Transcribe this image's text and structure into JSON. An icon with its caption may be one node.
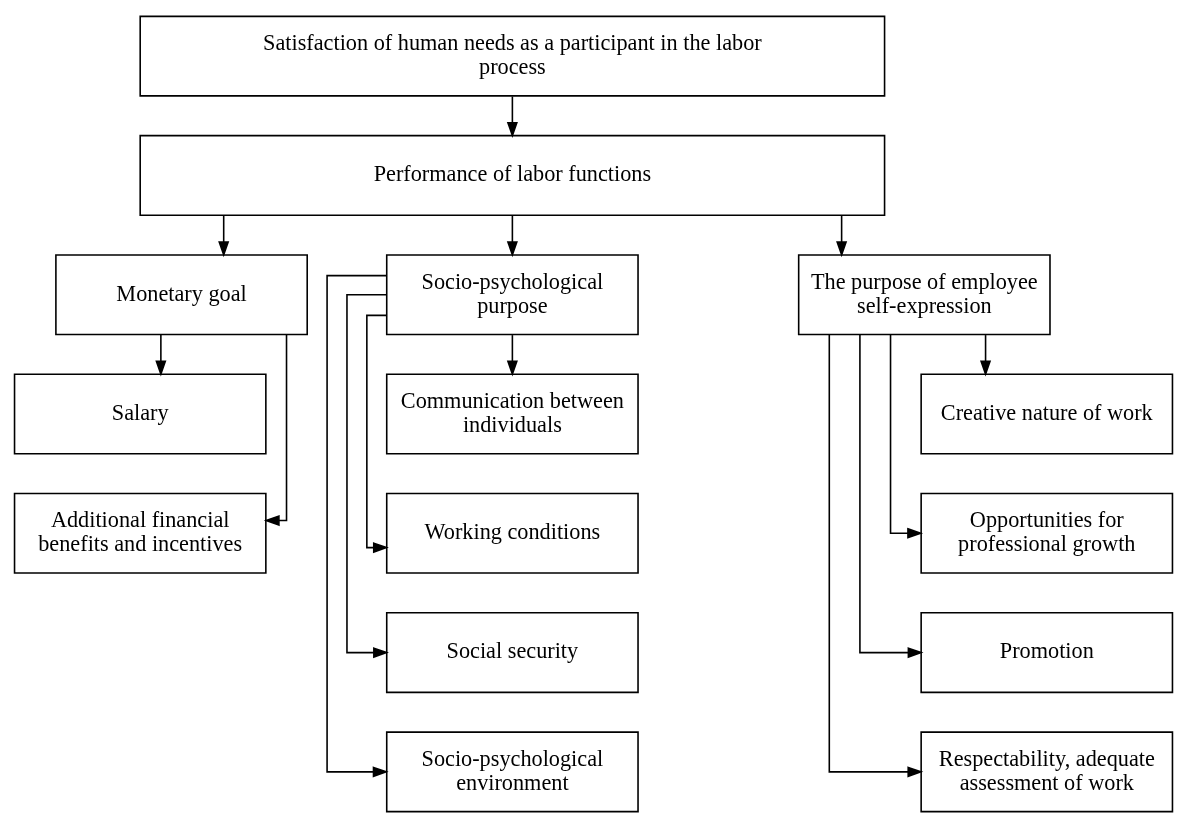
{
  "diagram": {
    "nodes": [
      {
        "text": [
          "Satisfaction of human needs as a participant in the labor process"
        ]
      },
      {
        "text": [
          "Performance of labor functions"
        ]
      },
      {
        "text": [
          "Monetary goal"
        ]
      },
      {
        "text": [
          "Socio-psychological purpose"
        ]
      },
      {
        "text": [
          "The purpose of employee self-expression"
        ]
      },
      {
        "text": [
          "Salary"
        ]
      },
      {
        "text": [
          "Additional financial benefits and incentives"
        ]
      },
      {
        "text": [
          "Communication between individuals"
        ]
      },
      {
        "text": [
          "Working conditions"
        ]
      },
      {
        "text": [
          "Social security"
        ]
      },
      {
        "text": [
          "Socio-psychological environment"
        ]
      },
      {
        "text": [
          "Creative nature of work"
        ]
      },
      {
        "text": [
          "Opportunities for professional growth"
        ]
      },
      {
        "text": [
          "Promotion"
        ]
      },
      {
        "text": [
          "Respectability, adequate assessment of work"
        ]
      }
    ],
    "edges": [
      {
        "from": 0,
        "to": 1,
        "arrow": "to"
      },
      {
        "from": 1,
        "to": 2,
        "arrow": "to"
      },
      {
        "from": 1,
        "to": 3,
        "arrow": "to"
      },
      {
        "from": 1,
        "to": 4,
        "arrow": "to"
      },
      {
        "from": 2,
        "to": 5,
        "arrow": "to"
      },
      {
        "from": 2,
        "to": 6,
        "arrow": "to"
      },
      {
        "from": 3,
        "to": 7,
        "arrow": "to"
      },
      {
        "from": 3,
        "to": 8,
        "arrow": "to"
      },
      {
        "from": 3,
        "to": 9,
        "arrow": "to"
      },
      {
        "from": 3,
        "to": 10,
        "arrow": "to"
      },
      {
        "from": 4,
        "to": 11,
        "arrow": "to"
      },
      {
        "from": 4,
        "to": 12,
        "arrow": "to"
      },
      {
        "from": 4,
        "to": 13,
        "arrow": "to"
      },
      {
        "from": 4,
        "to": 14,
        "arrow": "to"
      }
    ]
  }
}
